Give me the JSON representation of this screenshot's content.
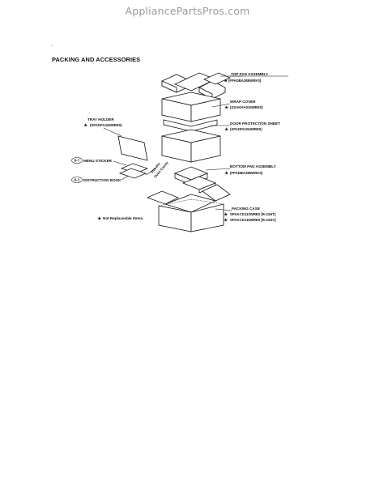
{
  "watermark": "AppliancePartsPros.com",
  "section_title": "PACKING AND ACCESSORIES",
  "parts": {
    "top_pad": {
      "label": "TOP PAD ASSEMBLY",
      "part_no": "(FPADBA385WRK0)"
    },
    "wrap_cover": {
      "label": "WRAP COVER",
      "part_no": "(SSAKHA034WRE0)"
    },
    "door_protection": {
      "label": "DOOR PROTECTION SHEET",
      "part_no": "(SPADPA294WRE0)"
    },
    "tray_holder": {
      "label": "TRAY HOLDER",
      "part_no": "(SPADFA436WRE0)"
    },
    "menu_sticker": {
      "callout": "6-7",
      "label": "MENU STICKER"
    },
    "instruction_book": {
      "callout": "6-1",
      "label": "INSTRUCTION BOOK"
    },
    "into_oven": {
      "line1": "Into the",
      "line2": "Oven Cavity"
    },
    "bottom_pad": {
      "label": "BOTTOM PAD ASSEMBLY",
      "part_no": "(FPADBA386WRK0)"
    },
    "packing_case": {
      "label": "PACKING CASE",
      "part_no_1": "SPAKCD113WRE0 [R-21HT]",
      "part_no_2": "SPAKCD115WRE0 [R-21HV]"
    }
  },
  "legend": {
    "text": "Not Replaceable Items."
  },
  "icons": {
    "star": "star-icon",
    "callout": "callout-oval"
  }
}
